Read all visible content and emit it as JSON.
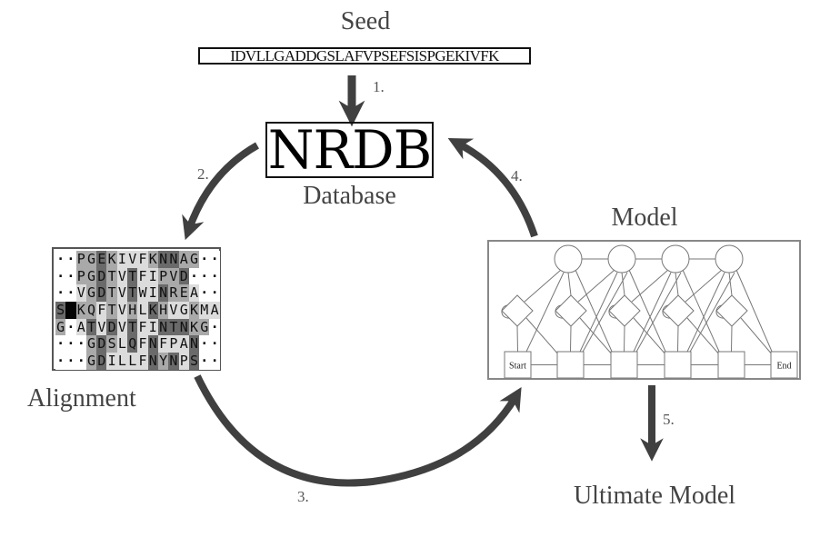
{
  "seed": {
    "title": "Seed",
    "sequence": "IDVLLGADDGSLAFVPSEFSISPGEKIVFK"
  },
  "database": {
    "name": "NRDB",
    "label": "Database"
  },
  "alignment": {
    "label": "Alignment",
    "rows": [
      {
        "seq": "..PGEKIVFKNNAG..",
        "shade": [
          0,
          0,
          2,
          2,
          3,
          2,
          1,
          1,
          1,
          2,
          3,
          3,
          2,
          2,
          0,
          0
        ]
      },
      {
        "seq": "..PGDTVTFIPVD...",
        "shade": [
          0,
          0,
          2,
          2,
          3,
          2,
          1,
          3,
          1,
          1,
          2,
          2,
          3,
          0,
          0,
          0
        ]
      },
      {
        "seq": "..VGDTVTWINREA..",
        "shade": [
          0,
          0,
          1,
          2,
          3,
          2,
          1,
          3,
          1,
          1,
          3,
          2,
          2,
          1,
          0,
          0
        ]
      },
      {
        "seq": "S KQFTVHLKHVGKMA",
        "shade": [
          3,
          5,
          2,
          2,
          1,
          2,
          1,
          2,
          1,
          3,
          2,
          1,
          1,
          2,
          1,
          1
        ]
      },
      {
        "seq": "G.ATVDVTFINTNKG.",
        "shade": [
          2,
          0,
          1,
          3,
          1,
          3,
          1,
          3,
          1,
          1,
          3,
          3,
          3,
          2,
          2,
          0
        ]
      },
      {
        "seq": "...GDSLQFNFPAN..",
        "shade": [
          0,
          0,
          0,
          2,
          3,
          2,
          1,
          3,
          1,
          3,
          1,
          1,
          1,
          3,
          0,
          0
        ]
      },
      {
        "seq": "...GDILLFNYNPS..",
        "shade": [
          0,
          0,
          0,
          2,
          3,
          1,
          1,
          1,
          1,
          3,
          2,
          3,
          1,
          3,
          0,
          0
        ]
      }
    ]
  },
  "model": {
    "label": "Model",
    "start_label": "Start",
    "end_label": "End",
    "match_states": 4
  },
  "ultimate": {
    "label": "Ultimate Model"
  },
  "steps": {
    "s1": "1.",
    "s2": "2.",
    "s3": "3.",
    "s4": "4.",
    "s5": "5."
  },
  "colors": {
    "arrow": "#404040",
    "text": "#444444"
  }
}
